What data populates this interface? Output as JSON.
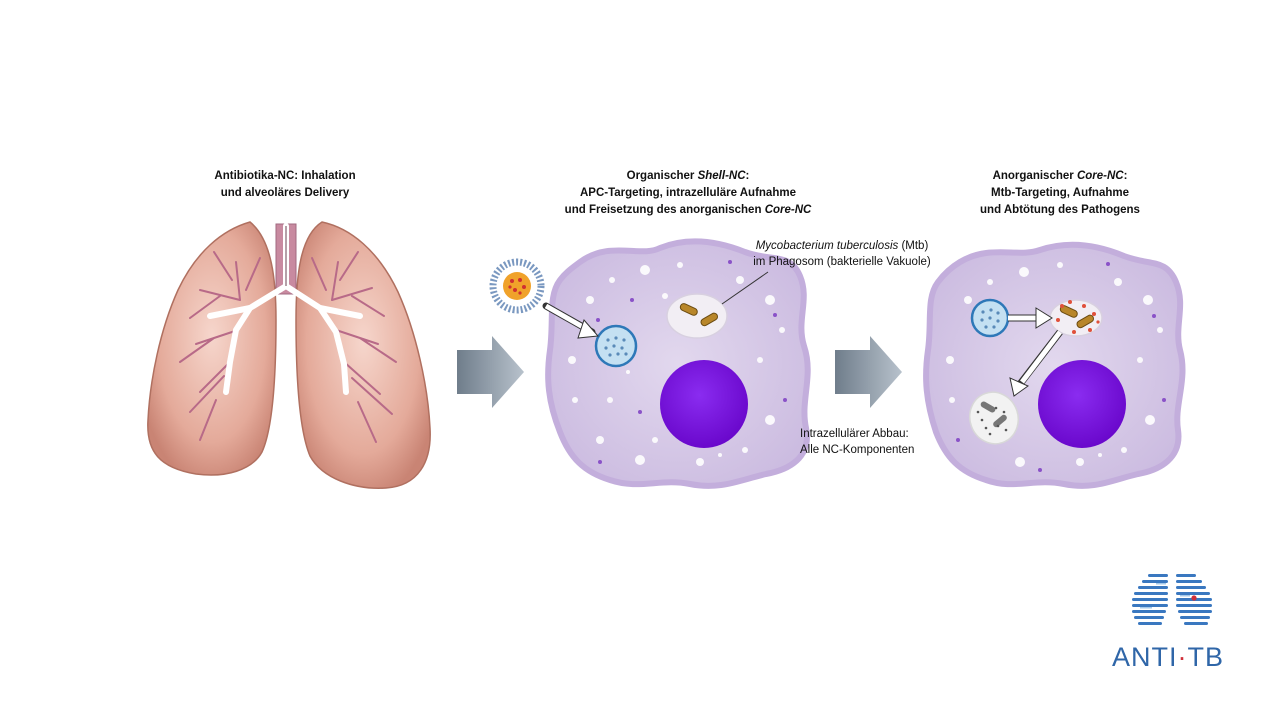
{
  "panels": {
    "lung": {
      "title_line1": "Antibiotika-NC: Inhalation",
      "title_line2": "und alveoläres Delivery"
    },
    "shell": {
      "title_line1_a": "Organischer ",
      "title_line1_b": "Shell-NC",
      "title_line1_c": ":",
      "title_line2": "APC-Targeting, intrazelluläre Aufnahme",
      "title_line3_a": "und Freisetzung des anorganischen ",
      "title_line3_b": "Core-NC"
    },
    "core": {
      "title_line1_a": "Anorganischer ",
      "title_line1_b": "Core-NC",
      "title_line1_c": ":",
      "title_line2": "Mtb-Targeting, Aufnahme",
      "title_line3": "und Abtötung des Pathogens"
    }
  },
  "annotations": {
    "mtb_line1_italic": "Mycobacterium tuberculosis",
    "mtb_line1_rest": " (Mtb)",
    "mtb_line2": "im Phagosom (bakterielle Vakuole)",
    "abbau_line1": "Intrazellulärer Abbau:",
    "abbau_line2": "Alle NC-Komponenten"
  },
  "logo": {
    "text_a": "ANTI",
    "text_dot": "·",
    "text_b": "TB"
  },
  "colors": {
    "lung": "#e8b4a6",
    "airway": "#ffffff",
    "cell": "#d6c9e6",
    "nucleus": "#7a10e0",
    "nanocarrier": "#bfdcef",
    "bacterium": "#b8862a",
    "arrow_block": "#8e98a4",
    "logo_blue": "#2f66a8",
    "logo_red": "#d0303a"
  }
}
